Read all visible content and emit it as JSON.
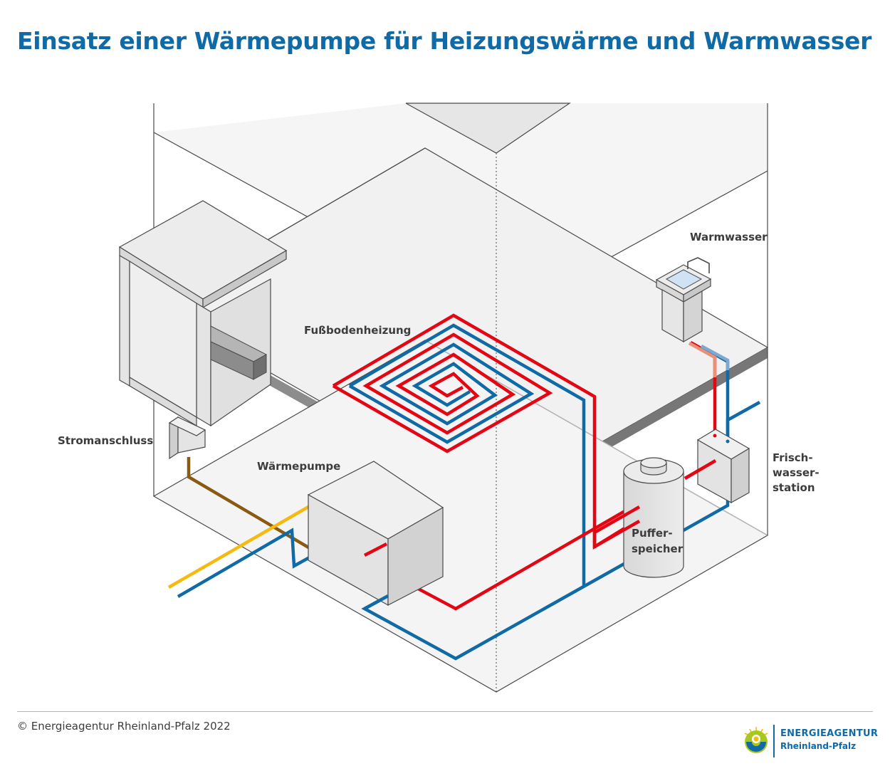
{
  "title": "Einsatz einer Wärmepumpe für Heizungswärme und Warmwasser",
  "labels": {
    "fussbodenheizung": "Fußbodenheizung",
    "warmwasser": "Warmwasser",
    "stromanschluss": "Stromanschluss",
    "waermepumpe": "Wärmepumpe",
    "frischwasser": [
      "Frisch-",
      "wasser-",
      "station"
    ],
    "pufferspeicher": [
      "Puffer-",
      "speicher"
    ]
  },
  "footer": {
    "copyright": "© Energieagentur Rheinland-Pfalz 2022"
  },
  "logo": {
    "name": "ENERGIEAGENTUR",
    "subname": "Rheinland-Pfalz"
  },
  "colors": {
    "title": "#0f6aa6",
    "supply_red": "#e30613",
    "return_blue": "#0f6aa6",
    "electric_brown": "#8b5a12",
    "source_yellow": "#f6b90f",
    "warm_light": "#e8907a",
    "cold_light": "#7fa8cf",
    "structure": "#4a4a4a",
    "slab": "#8c8c8c"
  },
  "icons": {
    "logo": "energieagentur-logo-icon"
  }
}
